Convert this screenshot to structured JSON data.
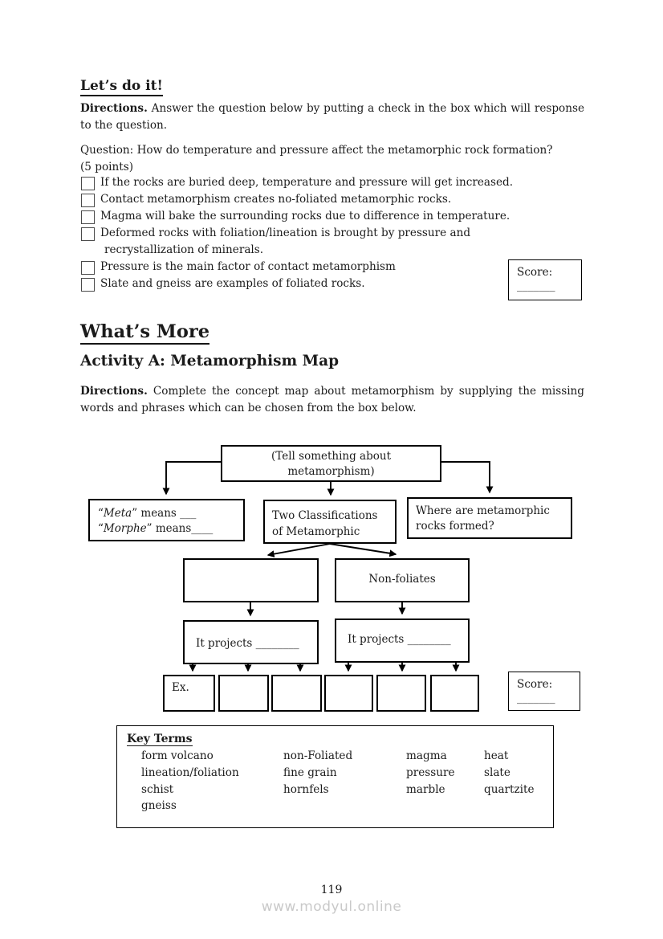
{
  "section1": {
    "title": "Let’s do it!",
    "directions_label": "Directions.",
    "directions_text": "Answer the question below by putting a check in the box which will response to the question.",
    "question_label": "Question:",
    "question_text": "How do temperature and pressure affect the metamorphic rock formation?",
    "points": "(5 points)",
    "checklist": [
      {
        "text": "If the rocks are buried deep, temperature and pressure will get increased."
      },
      {
        "text": "Contact metamorphism creates no-foliated metamorphic rocks."
      },
      {
        "text": "Magma will bake the surrounding rocks due to difference in temperature."
      },
      {
        "text": "Deformed rocks with foliation/lineation is brought by pressure and",
        "text2": "recrystallization of minerals."
      },
      {
        "text": "Pressure is the main factor of contact metamorphism"
      },
      {
        "text": "Slate and gneiss are examples of foliated rocks."
      }
    ],
    "score_label": "Score:",
    "score_blank": "_______"
  },
  "section2": {
    "title": "What’s More",
    "activity_title": "Activity A: Metamorphism Map",
    "directions_label": "Directions.",
    "directions_text": "Complete the concept map about metamorphism by supplying the missing words and phrases which can be chosen from the box below."
  },
  "concept_map": {
    "top_box_line1": "(Tell something about",
    "top_box_line2": "metamorphism)",
    "left_box": {
      "quote_open": "“",
      "word1": "Meta",
      "rest1": "” means ___",
      "word2": "Morphe",
      "rest2": "” means____"
    },
    "mid_box_line1": "Two Classifications",
    "mid_box_line2": "of Metamorphic",
    "right_box_line1": "Where are metamorphic",
    "right_box_line2": "rocks formed?",
    "foliates_box": "",
    "non_foliates_box": "Non-foliates",
    "projects_left": "It projects ________",
    "projects_right": "It projects ________",
    "ex_label": "Ex.",
    "score_label": "Score:",
    "score_blank": "_______"
  },
  "key_terms": {
    "title": "Key Terms",
    "columns": [
      [
        "form volcano",
        "lineation/foliation",
        "schist",
        "gneiss"
      ],
      [
        "non-Foliated",
        "fine grain",
        "hornfels"
      ],
      [
        "magma",
        "pressure",
        "marble"
      ],
      [
        "heat",
        "slate",
        "quartzite"
      ]
    ]
  },
  "footer": {
    "page_number": "119",
    "watermark": "www.modyul.online"
  },
  "colors": {
    "text": "#1b1b1b",
    "border": "#000000",
    "watermark": "#c9c9c9"
  }
}
